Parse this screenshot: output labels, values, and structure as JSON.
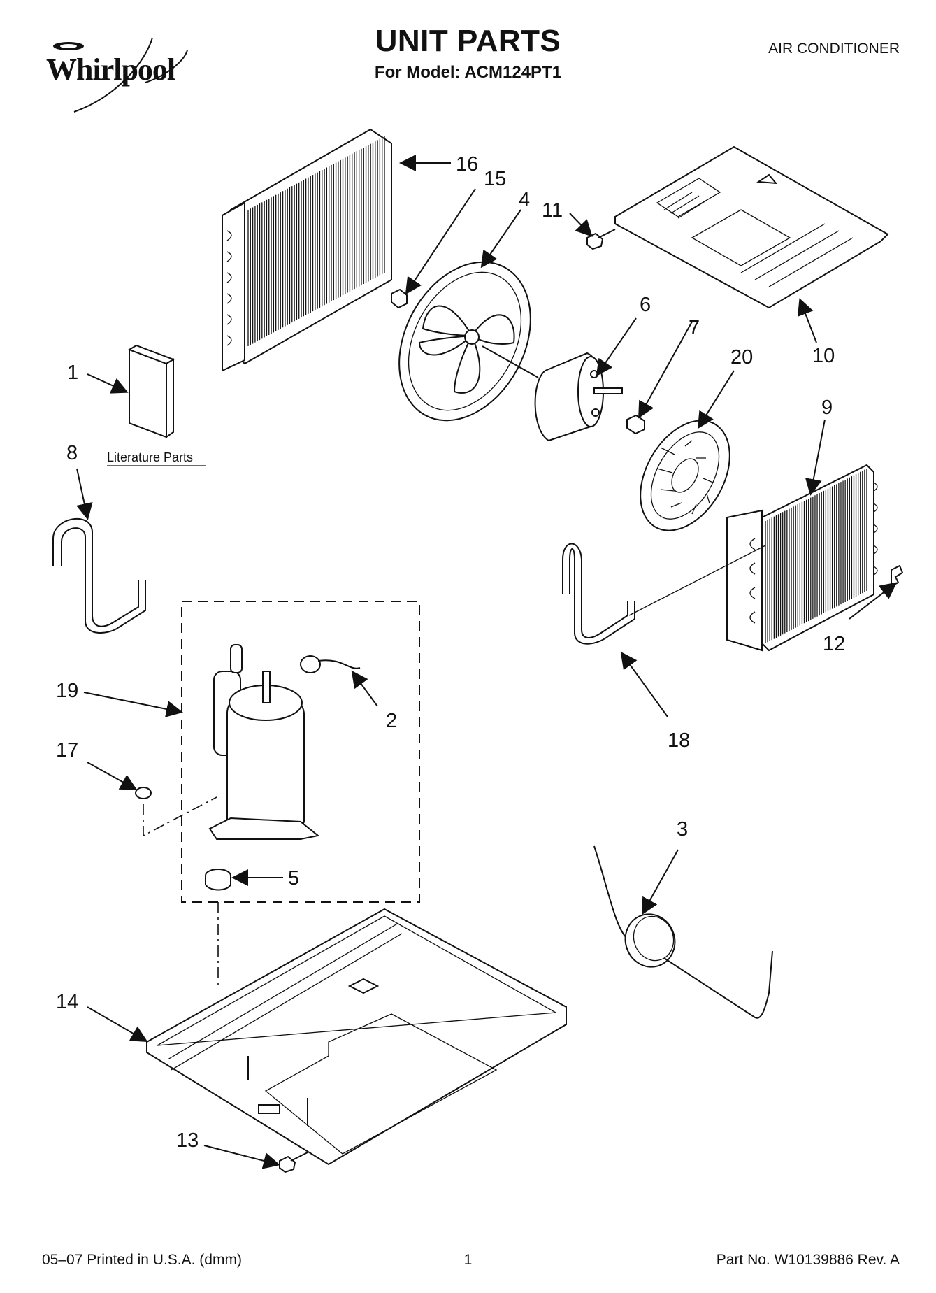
{
  "header": {
    "brand": "Whirlpool",
    "title": "UNIT PARTS",
    "model_line": "For Model: ACM124PT1",
    "category": "AIR CONDITIONER"
  },
  "diagram": {
    "literature_label": "Literature Parts",
    "callouts": [
      "1",
      "2",
      "3",
      "4",
      "5",
      "6",
      "7",
      "8",
      "9",
      "10",
      "11",
      "12",
      "13",
      "14",
      "15",
      "16",
      "17",
      "18",
      "19",
      "20"
    ]
  },
  "footer": {
    "print_info": "05–07 Printed in U.S.A. (dmm)",
    "page_number": "1",
    "part_number": "Part No. W10139886 Rev. A"
  }
}
